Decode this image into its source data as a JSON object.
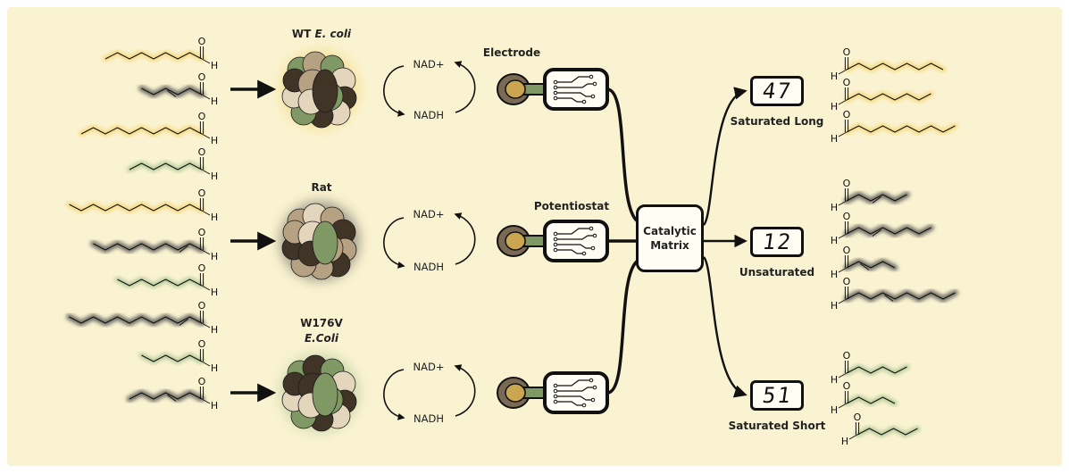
{
  "colors": {
    "background": "#faf3d1",
    "glow_yellow": "#f5d36b",
    "glow_gray": "#4a4a4a",
    "glow_green": "#a6c28f",
    "protein_olive": "#7f9864",
    "protein_brown": "#3f3426",
    "protein_tan": "#b6a183",
    "protein_cream": "#e3d6bc"
  },
  "enzymes": [
    {
      "label": "WT",
      "label_italic": "E. coli"
    },
    {
      "label": "Rat",
      "label_italic": ""
    },
    {
      "label": "W176V",
      "label_italic": "E.Coli"
    }
  ],
  "cofactor": {
    "oxidized": "NAD+",
    "reduced": "NADH"
  },
  "device_labels": {
    "electrode": "Electrode",
    "potentiostat": "Potentiostat"
  },
  "matrix": {
    "line1": "Catalytic",
    "line2": "Matrix"
  },
  "outputs": [
    {
      "value": "47",
      "label": "Saturated Long"
    },
    {
      "value": "12",
      "label": "Unsaturated"
    },
    {
      "value": "51",
      "label": "Saturated Short"
    }
  ],
  "molecules": {
    "oxygen": "O",
    "hydrogen": "H"
  },
  "icons": [
    "right-arrow-icon",
    "cycle-arrow-icon",
    "electrode-icon",
    "circuit-chip-icon",
    "protein-blob-icon",
    "aldehyde-molecule-icon"
  ]
}
